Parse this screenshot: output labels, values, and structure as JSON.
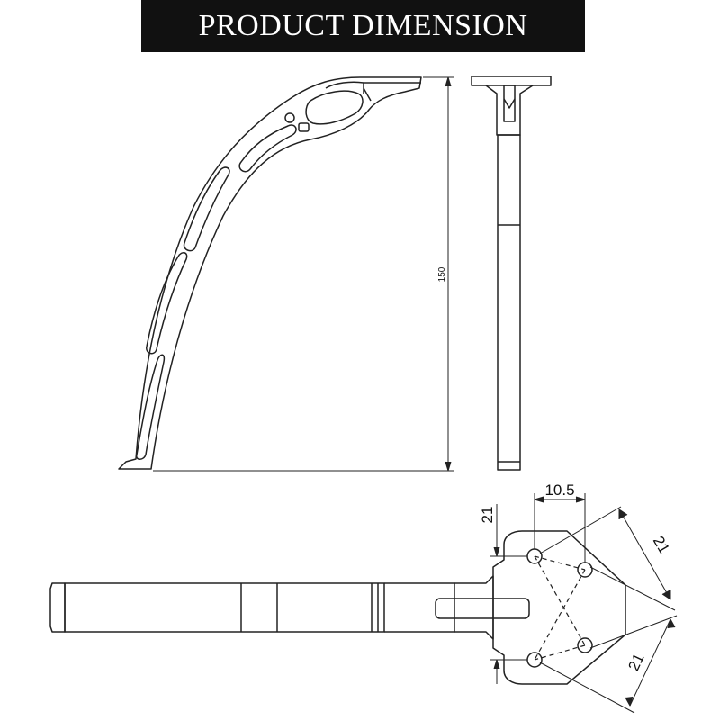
{
  "title": "PRODUCT DIMENSION",
  "dimensions": {
    "height": "150",
    "hole_spacing_top": "10.5",
    "hole_spacing_left": "21",
    "hole_spacing_diag_upper": "21",
    "hole_spacing_diag_lower": "21"
  }
}
